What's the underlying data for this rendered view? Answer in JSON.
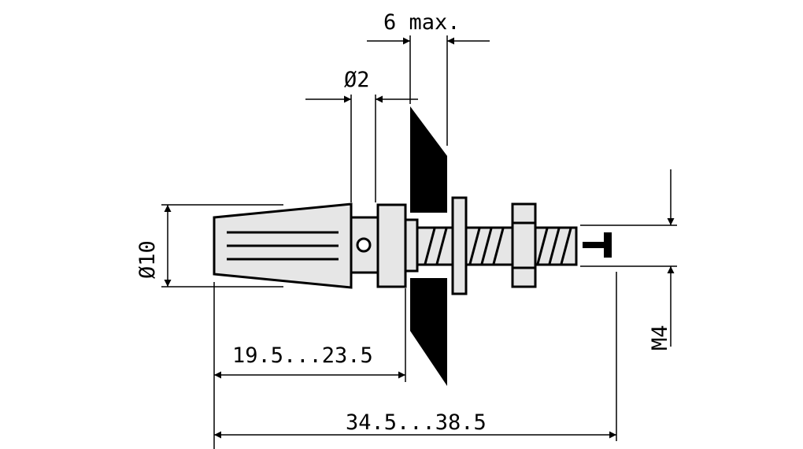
{
  "diagram": {
    "dimensions": {
      "max_thickness": "6 max.",
      "hole_diameter": "Ø2",
      "head_diameter": "Ø10",
      "thread": "M4",
      "short_length": "19.5...23.5",
      "total_length": "34.5...38.5"
    }
  }
}
